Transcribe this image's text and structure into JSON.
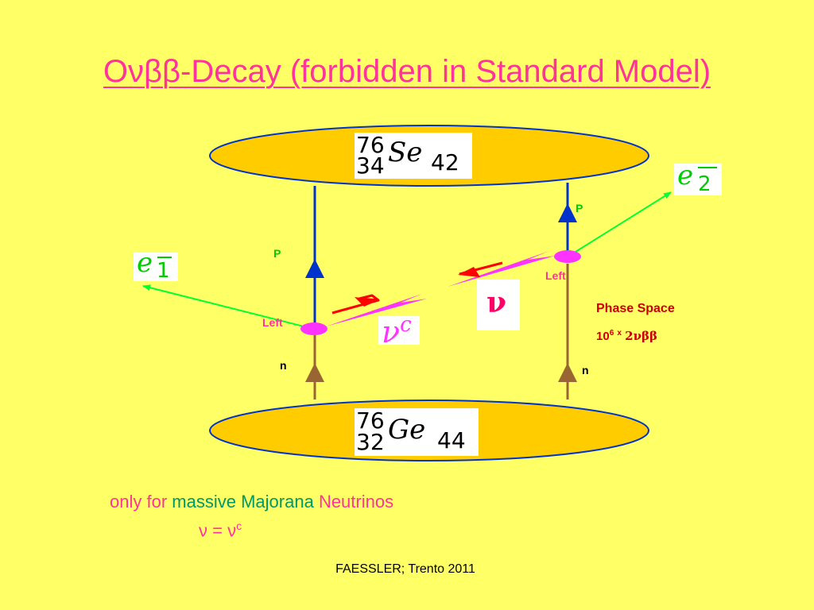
{
  "title": "Oνββ-Decay (forbidden in Standard Model)",
  "top_nucleus": {
    "mass": "76",
    "charge": "34",
    "symbol": "Se",
    "neutrons": "42"
  },
  "bottom_nucleus": {
    "mass": "76",
    "charge": "32",
    "symbol": "Ge",
    "neutrons": "44"
  },
  "labels": {
    "proton": "P",
    "neutron": "n",
    "left": "Left",
    "nu_c_base": "ν",
    "nu_c_sup": "c",
    "nu": "ν",
    "electron_base": "e",
    "e1_sub": "1",
    "e2_sub": "2"
  },
  "phase_space": {
    "heading": "Phase Space",
    "base": "10",
    "exp": "6",
    "times": "x",
    "mode": "2νββ"
  },
  "bottom_text": {
    "w1": "only for",
    "w2": "massive",
    "w3": "Majorana",
    "w4": "Neutrinos",
    "eq_left": "ν = ν",
    "eq_sup": "c"
  },
  "footer": "FAESSLER; Trento 2011",
  "colors": {
    "background": "#ffff66",
    "title": "#ff3399",
    "nucleus_fill": "#ffcc00",
    "proton_line": "#0033cc",
    "neutron_line": "#996633",
    "electron": "#00ff33",
    "neutrino": "#ff33ff",
    "spin_arrow": "#ff0000",
    "teal": "#009966"
  }
}
